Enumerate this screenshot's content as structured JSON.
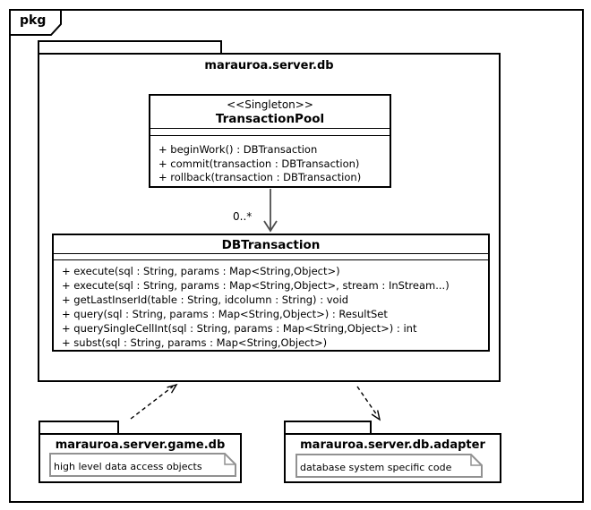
{
  "diagram_tag": "pkg",
  "main_package": {
    "name": "marauroa.server.db"
  },
  "transaction_pool": {
    "stereotype": "<<Singleton>>",
    "name": "TransactionPool",
    "methods": [
      "+ beginWork() : DBTransaction",
      "+ commit(transaction : DBTransaction)",
      "+ rollback(transaction : DBTransaction)"
    ]
  },
  "db_transaction": {
    "name": "DBTransaction",
    "methods": [
      "+ execute(sql : String, params : Map<String,Object>)",
      "+ execute(sql : String, params : Map<String,Object>, stream : InStream...)",
      "+ getLastInserId(table : String, idcolumn : String) : void",
      "+ query(sql : String, params : Map<String,Object>) : ResultSet",
      "+ querySingleCellInt(sql : String, params : Map<String,Object>) : int",
      "+ subst(sql : String, params : Map<String,Object>)"
    ]
  },
  "association": {
    "multiplicity": "0..*"
  },
  "game_db_package": {
    "name": "marauroa.server.game.db",
    "note": "high level data access objects"
  },
  "adapter_package": {
    "name": "marauroa.server.db.adapter",
    "note": "database system specific code"
  },
  "colors": {
    "line": "#000000",
    "association_arrow": "#4d4d4d",
    "note_border": "#919191",
    "background": "#ffffff"
  }
}
